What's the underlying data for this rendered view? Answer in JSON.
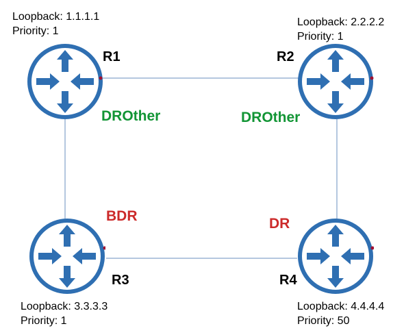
{
  "routers": [
    {
      "id": "R1",
      "name": "R1",
      "loopback": "Loopback: 1.1.1.1",
      "priority": "Priority: 1",
      "role": "DROther",
      "role_color": "#129535"
    },
    {
      "id": "R2",
      "name": "R2",
      "loopback": "Loopback: 2.2.2.2",
      "priority": "Priority: 1",
      "role": "DROther",
      "role_color": "#129535"
    },
    {
      "id": "R3",
      "name": "R3",
      "loopback": "Loopback: 3.3.3.3",
      "priority": "Priority: 1",
      "role": "BDR",
      "role_color": "#cc2a2a"
    },
    {
      "id": "R4",
      "name": "R4",
      "loopback": "Loopback: 4.4.4.4",
      "priority": "Priority: 50",
      "role": "DR",
      "role_color": "#cc2a2a"
    }
  ],
  "links": [
    {
      "from": "R1",
      "to": "R2"
    },
    {
      "from": "R1",
      "to": "R3"
    },
    {
      "from": "R2",
      "to": "R4"
    },
    {
      "from": "R3",
      "to": "R4"
    }
  ],
  "colors": {
    "router_blue": "#2f6fb2",
    "link_blue": "#6a8fbf",
    "port_red": "#a01030"
  },
  "icon": "router-icon"
}
